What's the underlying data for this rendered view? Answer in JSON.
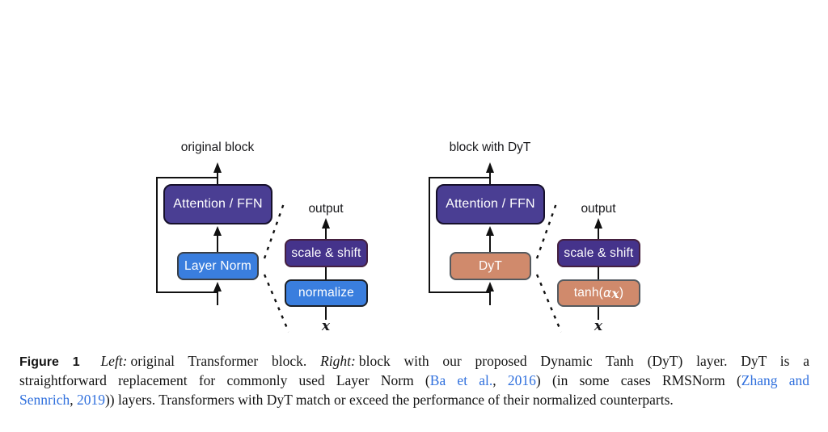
{
  "left_diagram": {
    "title": "original block",
    "attention_label": "Attention / FFN",
    "norm_label": "Layer Norm",
    "output_label": "output",
    "scale_shift_label": "scale & shift",
    "op_label": "normalize",
    "input_var": "x"
  },
  "right_diagram": {
    "title": "block with DyT",
    "attention_label": "Attention / FFN",
    "norm_label": "DyT",
    "output_label": "output",
    "scale_shift_label": "scale & shift",
    "op_prefix": "tanh(",
    "op_alpha": "α",
    "op_var": "x",
    "op_suffix": ")",
    "input_var": "x"
  },
  "colors": {
    "indigo_fill": "#4a3e93",
    "purple_fill": "#45338b",
    "blue_fill": "#3a7ede",
    "salmon_fill": "#d08a6c",
    "plum_border": "#44203f",
    "link_color": "#3070dd"
  },
  "caption": {
    "lines": [
      {
        "just": true,
        "segments": [
          {
            "t": "Figure 1",
            "s": "figlabel"
          },
          {
            "t": "Left:",
            "s": "i"
          },
          {
            "t": "original Transformer block. ",
            "s": "n"
          },
          {
            "t": "Right:",
            "s": "i"
          },
          {
            "t": "block with our proposed Dynamic Tanh (DyT) layer. DyT is a",
            "s": "n"
          }
        ]
      },
      {
        "just": true,
        "segments": [
          {
            "t": "straightforward replacement for commonly used Layer Norm (",
            "s": "n"
          },
          {
            "t": "Ba et al.",
            "s": "a"
          },
          {
            "t": ", ",
            "s": "n"
          },
          {
            "t": "2016",
            "s": "a"
          },
          {
            "t": ") (in some cases RMSNorm (",
            "s": "n"
          },
          {
            "t": "Zhang and",
            "s": "a"
          }
        ]
      },
      {
        "just": false,
        "segments": [
          {
            "t": "Sennrich",
            "s": "a"
          },
          {
            "t": ", ",
            "s": "n"
          },
          {
            "t": "2019",
            "s": "a"
          },
          {
            "t": ")) layers. Transformers with DyT match or exceed the performance of their normalized counterparts.",
            "s": "n"
          }
        ]
      }
    ]
  }
}
